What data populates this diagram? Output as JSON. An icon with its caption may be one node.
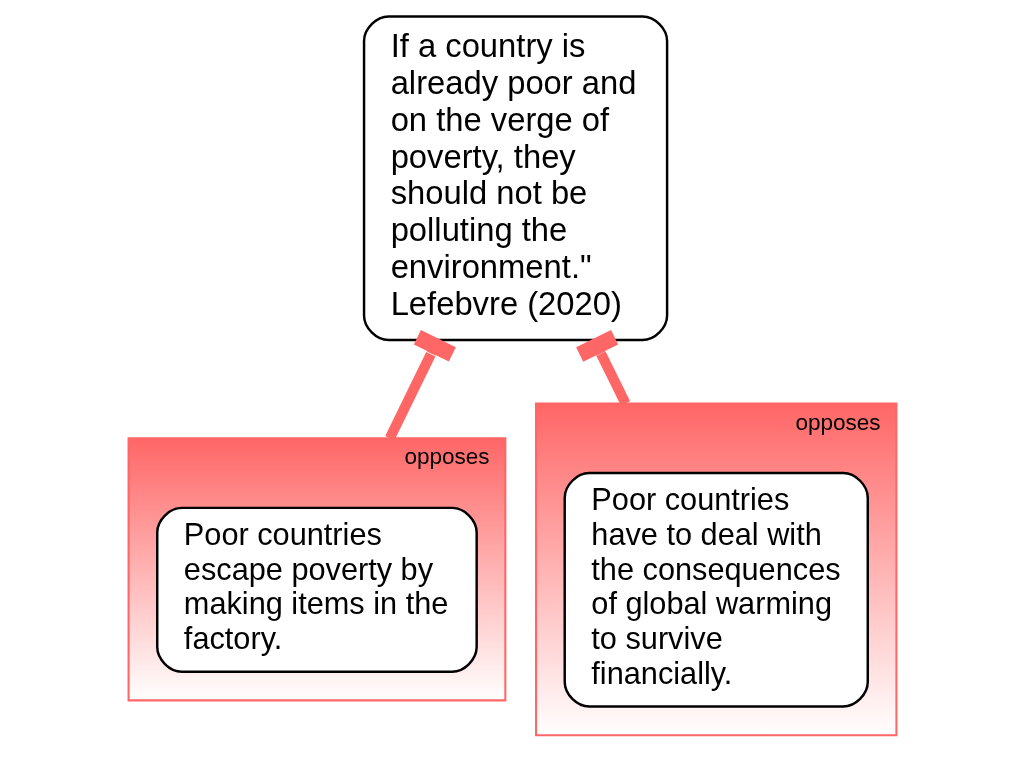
{
  "diagram": {
    "nodes": [
      {
        "text": [
          "If a country is already poor and on the verge of poverty, they should not be polluting the environment.\" Lefebvre (2020)"
        ]
      },
      {
        "text": [
          "opposes"
        ]
      },
      {
        "text": [
          "Poor countries escape poverty by making items in the factory."
        ],
        "in": 1
      },
      {
        "text": [
          "opposes"
        ]
      },
      {
        "text": [
          "Poor countries have to deal with the consequences of global warming to survive financially."
        ],
        "in": 3
      }
    ],
    "edges": [
      {
        "from": 1,
        "to": 0,
        "arrow": "other"
      },
      {
        "from": 3,
        "to": 0,
        "arrow": "other"
      }
    ]
  }
}
